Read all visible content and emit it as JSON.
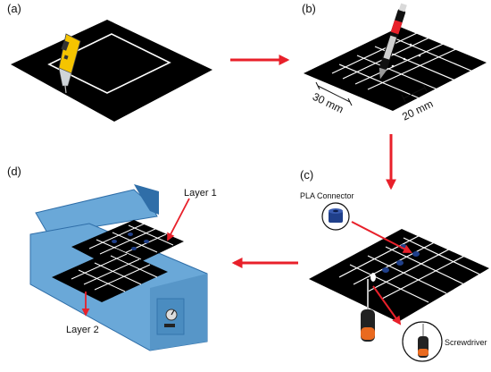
{
  "panels": {
    "a": {
      "label": "(a)"
    },
    "b": {
      "label": "(b)",
      "dim_width": "30 mm",
      "dim_height": "20 mm"
    },
    "c": {
      "label": "(c)",
      "connector": "PLA Connector",
      "tool": "Screwdriver"
    },
    "d": {
      "label": "(d)",
      "layer_top": "Layer 1",
      "layer_bottom": "Layer 2"
    }
  },
  "colors": {
    "sheet": "#000000",
    "grid_line": "#ffffff",
    "arrow": "#e8202a",
    "sealer_body": "#6aa8d8",
    "sealer_dark": "#2f6ea8",
    "cutter": "#f5c400",
    "connector": "#1f3f8a"
  },
  "icons": {
    "cutter": "utility-knife-icon",
    "pen": "marker-pen-icon",
    "screwdriver": "screwdriver-icon",
    "sealer": "heat-sealer-icon",
    "connector": "pla-connector-icon"
  }
}
